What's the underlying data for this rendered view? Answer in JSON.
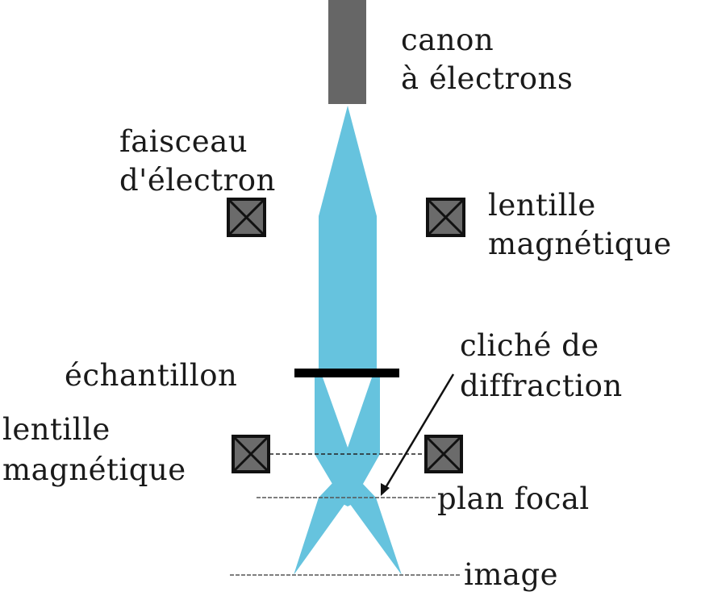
{
  "diagram": {
    "type": "transmission electron microscope schematic (diffraction mode)",
    "colors": {
      "beam": "#66c3de",
      "gun": "#666666",
      "lens_fill": "#6b6b6b",
      "lens_border": "#111111",
      "sample": "#000000",
      "text": "#1a1a1a"
    },
    "labels": {
      "gun_line1": "canon",
      "gun_line2": "à électrons",
      "beam_line1": "faisceau",
      "beam_line2": "d'électron",
      "upper_lens_line1": "lentille",
      "upper_lens_line2": "magnétique",
      "sample": "échantillon",
      "diffraction_line1": "cliché de",
      "diffraction_line2": "diffraction",
      "lower_lens_line1": "lentille",
      "lower_lens_line2": "magnétique",
      "focal_plane": "plan focal",
      "image_plane": "image"
    },
    "components": [
      {
        "name": "electron gun",
        "icon": "gun-block"
      },
      {
        "name": "upper magnetic lens",
        "icon": "lens-cross-box",
        "count": 2
      },
      {
        "name": "sample",
        "icon": "sample-bar"
      },
      {
        "name": "lower magnetic lens",
        "icon": "lens-cross-box",
        "count": 2
      },
      {
        "name": "focal plane",
        "icon": "dashed-line"
      },
      {
        "name": "image plane",
        "icon": "dashed-line"
      },
      {
        "name": "diffraction pattern pointer",
        "icon": "arrow"
      }
    ]
  }
}
